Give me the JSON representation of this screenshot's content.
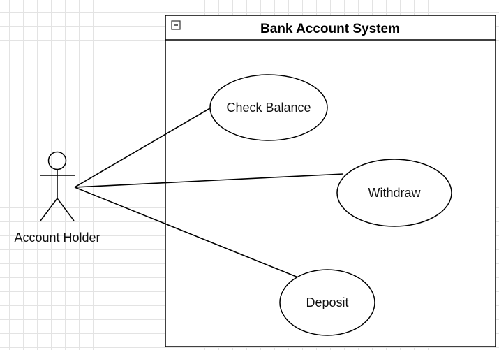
{
  "diagram": {
    "system": {
      "title": "Bank Account System",
      "collapse_icon": "minus-square-icon"
    },
    "actor": {
      "label": "Account Holder",
      "icon": "stick-figure-icon"
    },
    "use_cases": [
      {
        "label": "Check Balance"
      },
      {
        "label": "Withdraw"
      },
      {
        "label": "Deposit"
      }
    ],
    "line_color": "#000000",
    "grid_color": "#e3e3e3"
  }
}
